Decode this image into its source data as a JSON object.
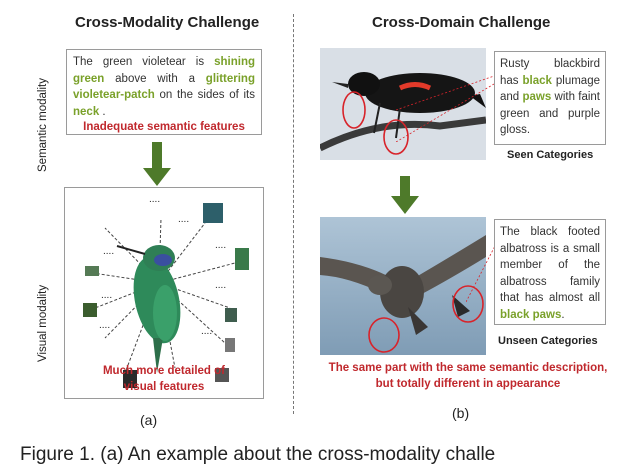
{
  "left": {
    "title": "Cross-Modality Challenge",
    "semantic_axis_label": "Semantic modality",
    "visual_axis_label": "Visual modality",
    "description_parts": [
      {
        "text": "The green violetear  is ",
        "style": "normal"
      },
      {
        "text": "shining green",
        "style": "green"
      },
      {
        "text": " above with a ",
        "style": "normal"
      },
      {
        "text": "glittering violetear-patch",
        "style": "green"
      },
      {
        "text": " on the sides of its ",
        "style": "normal"
      },
      {
        "text": "neck",
        "style": "green"
      },
      {
        "text": " .",
        "style": "normal"
      }
    ],
    "inadequate_label": "Inadequate semantic features",
    "detail_label_line1": "Much more detailed of",
    "detail_label_line2": "visual features",
    "dots_label": "....",
    "sub_caption": "(a)"
  },
  "right": {
    "title": "Cross-Domain Challenge",
    "seen_description_parts": [
      {
        "text": "Rusty  blackbird has ",
        "style": "normal"
      },
      {
        "text": "black",
        "style": "green"
      },
      {
        "text": " plumage and ",
        "style": "normal"
      },
      {
        "text": "paws",
        "style": "green"
      },
      {
        "text": " with faint green and purple gloss.",
        "style": "normal"
      }
    ],
    "seen_label": "Seen Categories",
    "unseen_description_parts": [
      {
        "text": "The black footed albatross is a small member of the albatross family that has almost all ",
        "style": "normal"
      },
      {
        "text": "black paws",
        "style": "green"
      },
      {
        "text": ".",
        "style": "normal"
      }
    ],
    "unseen_label": "Unseen Categories",
    "bottom_note_line1": "The same part with the same semantic description,",
    "bottom_note_line2": "but totally different in appearance",
    "sub_caption": "(b)"
  },
  "figure_caption": "Figure 1. (a) An example about the cross-modality challe",
  "colors": {
    "arrow": "#4e7a2a",
    "highlight_green": "#7aa12a",
    "warning_red": "#c0282d",
    "circle_red": "#d8232a"
  }
}
